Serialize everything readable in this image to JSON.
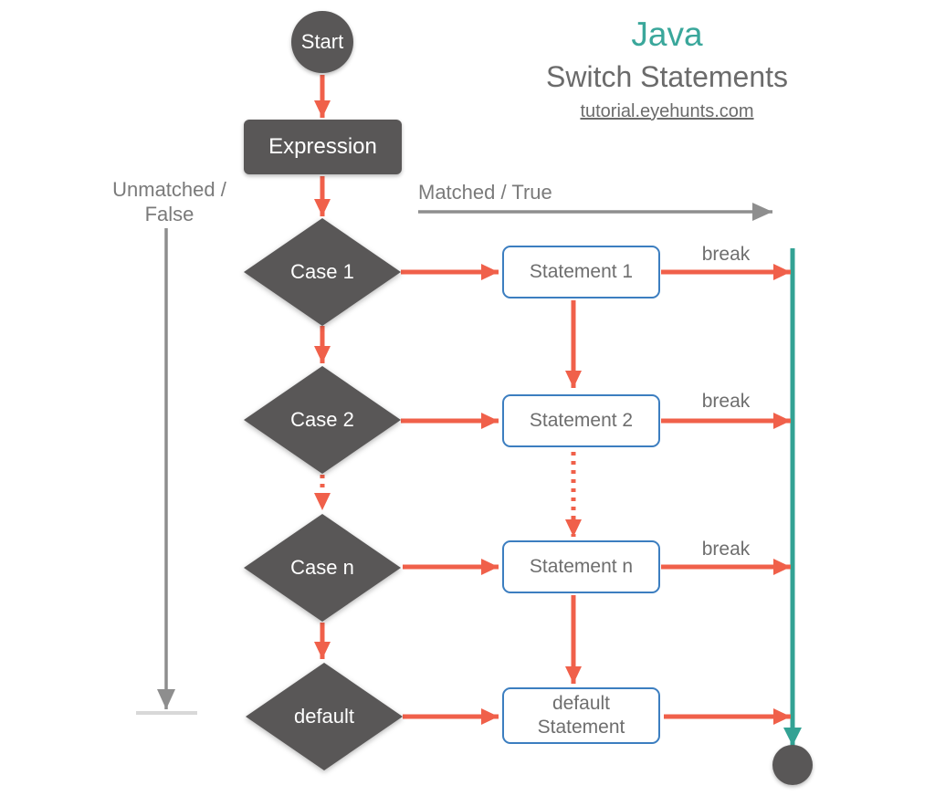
{
  "title": {
    "brand": "Java",
    "subtitle": "Switch Statements",
    "site": "tutorial.eyehunts.com"
  },
  "labels": {
    "unmatched_line1": "Unmatched /",
    "unmatched_line2": "False",
    "matched": "Matched / True"
  },
  "nodes": {
    "start": "Start",
    "expression": "Expression"
  },
  "rows": [
    {
      "case_label": "Case 1",
      "statement": "Statement 1",
      "break_label": "break"
    },
    {
      "case_label": "Case 2",
      "statement": "Statement 2",
      "break_label": "break"
    },
    {
      "case_label": "Case n",
      "statement": "Statement n",
      "break_label": "break"
    },
    {
      "case_label": "default",
      "statement": "default\nStatement",
      "break_label": ""
    }
  ],
  "colors": {
    "accent_red": "#f0604a",
    "teal_line": "#33a294",
    "brand_teal": "#3aa79b",
    "node_dark": "#595757",
    "statement_border": "#3c7ec0",
    "text_gray": "#6e6e6e",
    "arrow_gray": "#8e8e8e",
    "tick_light_gray": "#d8d8d8"
  }
}
